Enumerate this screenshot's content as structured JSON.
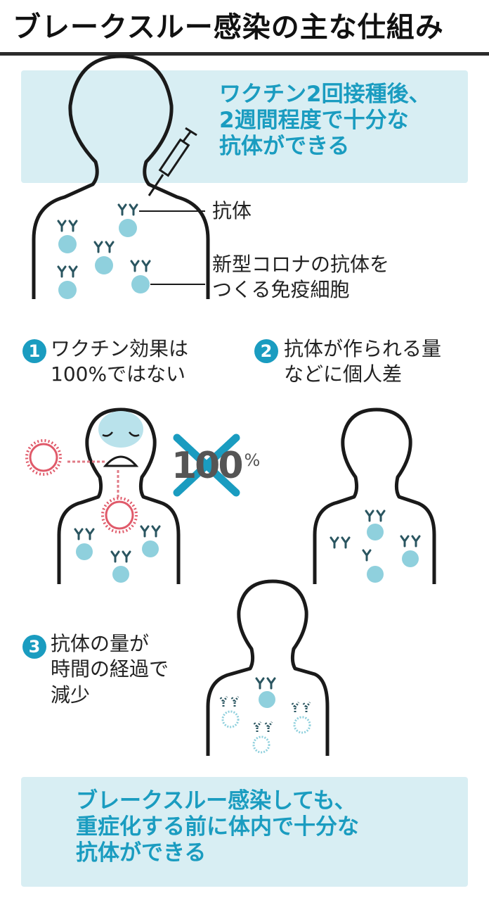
{
  "title": "ブレークスルー感染の主な仕組み",
  "top_box": {
    "lines": [
      "ワクチン2回接種後、",
      "2週間程度で十分な",
      "抗体ができる"
    ]
  },
  "labels": {
    "antibody": "抗体",
    "immune_cell_lines": [
      "新型コロナの抗体を",
      "つくる免疫細胞"
    ]
  },
  "point1": {
    "number": "1",
    "lines": [
      "ワクチン効果は",
      "100%ではない"
    ]
  },
  "point2": {
    "number": "2",
    "lines": [
      "抗体が作られる量",
      "などに個人差"
    ]
  },
  "point3": {
    "number": "3",
    "lines": [
      "抗体の量が",
      "時間の経過で",
      "減少"
    ]
  },
  "crossed_text": {
    "number": "100",
    "unit": "%"
  },
  "bottom_box": {
    "lines": [
      "ブレークスルー感染しても、",
      "重症化する前に体内で十分な",
      "抗体ができる"
    ]
  },
  "colors": {
    "accent": "#1a9cc0",
    "box_bg": "#d8eef3",
    "cell": "#8fd0dd",
    "antibody": "#2a5560",
    "virus": "#e05a6a"
  }
}
